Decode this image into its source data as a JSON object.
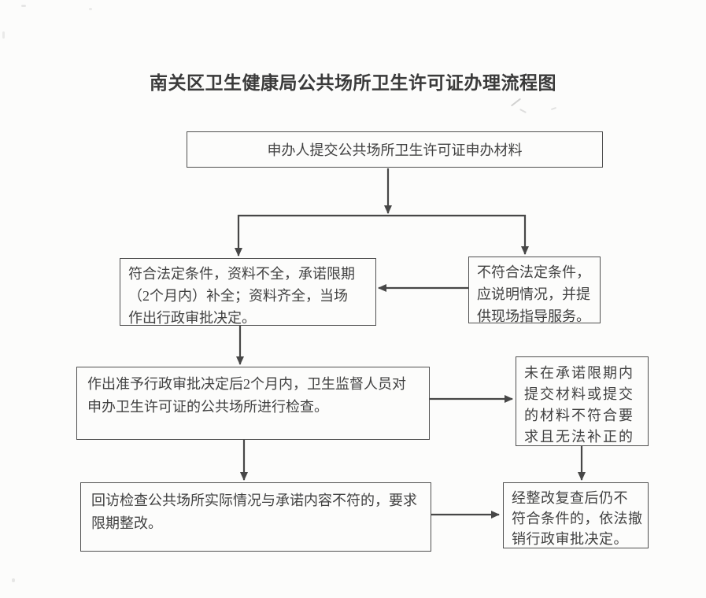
{
  "title": "南关区卫生健康局公共场所卫生许可证办理流程图",
  "nodes": {
    "submit": "申办人提交公共场所卫生许可证申办材料",
    "qualified": "符合法定条件，资料不全，承诺限期\n（2个月内）补全；资料齐全，当场\n作出行政审批决定。",
    "not_qualified": "不符合法定条件，\n应说明情况，并提\n供现场指导服务。",
    "inspection": "作出准予行政审批决定后2个月内，卫生监督人员对\n申办卫生许可证的公共场所进行检查。",
    "overdue": "未在承诺限期内\n提交材料或提交\n的材料不符合要\n求且无法补正的",
    "revisit": "回访检查公共场所实际情况与承诺内容不符的，要求\n限期整改。",
    "revoke": "经整改复查后仍不\n符合条件的，依法撤\n销行政审批决定。"
  },
  "colors": {
    "ink": "#414141",
    "line": "#474747",
    "paper": "#fcfcfb"
  }
}
